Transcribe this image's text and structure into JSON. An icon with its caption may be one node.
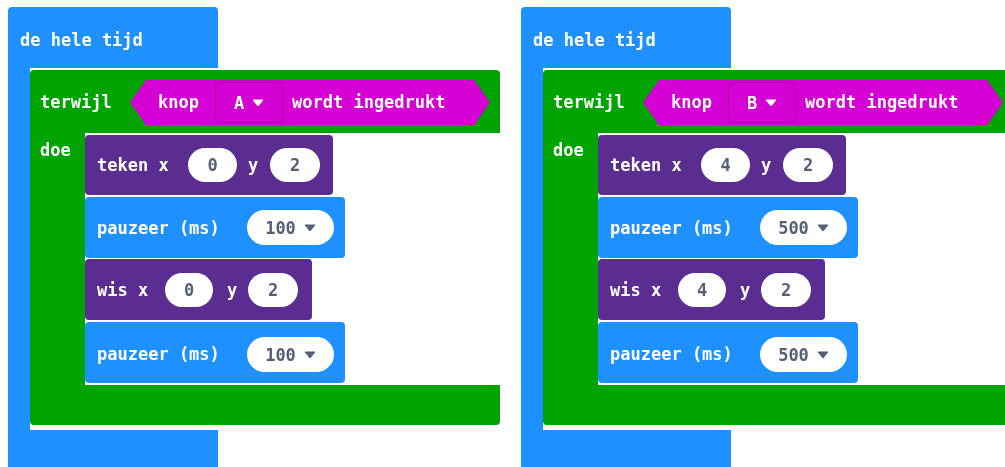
{
  "diagram": {
    "nodes": [
      {
        "text": [
          "de hele tijd"
        ]
      },
      {
        "text": [
          "terwijl",
          "doe"
        ]
      },
      {
        "text": [
          "knop",
          "wordt ingedrukt"
        ],
        "in": 1
      },
      {
        "text": [
          "A"
        ],
        "in": 2
      },
      {
        "text": [
          "teken x",
          "y"
        ],
        "in": 1
      },
      {
        "text": [
          "0"
        ],
        "in": 4
      },
      {
        "text": [
          "2"
        ],
        "in": 4
      },
      {
        "text": [
          "pauzeer (ms)"
        ],
        "in": 1
      },
      {
        "text": [
          "100"
        ],
        "in": 7
      },
      {
        "text": [
          "wis x",
          "y"
        ],
        "in": 1
      },
      {
        "text": [
          "0"
        ],
        "in": 9
      },
      {
        "text": [
          "2"
        ],
        "in": 9
      },
      {
        "text": [
          "pauzeer (ms)"
        ],
        "in": 1
      },
      {
        "text": [
          "100"
        ],
        "in": 12
      },
      {
        "text": [
          "de hele tijd"
        ]
      },
      {
        "text": [
          "terwijl",
          "doe"
        ]
      },
      {
        "text": [
          "knop",
          "wordt ingedrukt"
        ],
        "in": 15
      },
      {
        "text": [
          "B"
        ],
        "in": 16
      },
      {
        "text": [
          "teken x",
          "y"
        ],
        "in": 15
      },
      {
        "text": [
          "4"
        ],
        "in": 18
      },
      {
        "text": [
          "2"
        ],
        "in": 18
      },
      {
        "text": [
          "pauzeer (ms)"
        ],
        "in": 15
      },
      {
        "text": [
          "500"
        ],
        "in": 21
      },
      {
        "text": [
          "wis x",
          "y"
        ],
        "in": 15
      },
      {
        "text": [
          "4"
        ],
        "in": 23
      },
      {
        "text": [
          "2"
        ],
        "in": 23
      },
      {
        "text": [
          "pauzeer (ms)"
        ],
        "in": 15
      },
      {
        "text": [
          "500"
        ],
        "in": 26
      }
    ]
  }
}
